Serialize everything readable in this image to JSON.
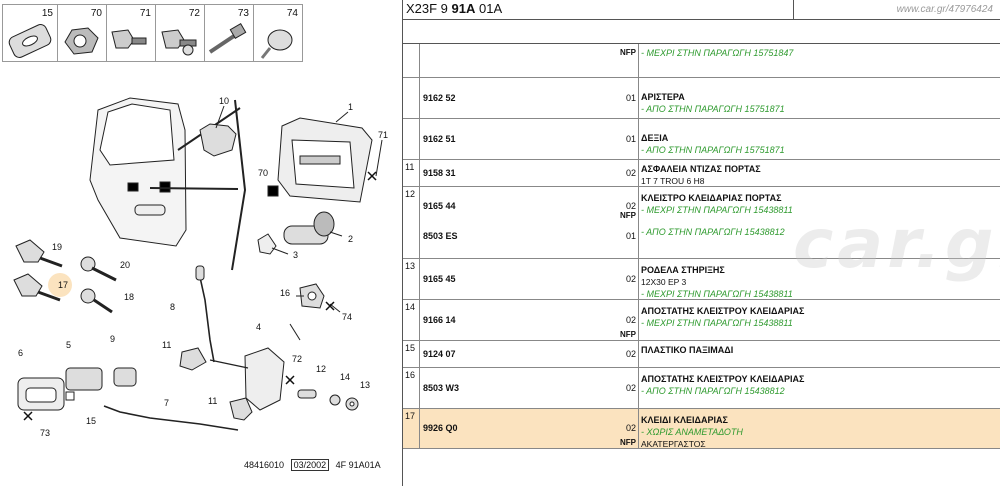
{
  "diagram": {
    "header_numbers": [
      "15",
      "70",
      "71",
      "72",
      "73",
      "74"
    ],
    "callouts": [
      "1",
      "2",
      "3",
      "4",
      "5",
      "6",
      "7",
      "8",
      "10",
      "11",
      "11",
      "12",
      "13",
      "14",
      "15",
      "16",
      "17",
      "18",
      "19",
      "20",
      "70",
      "71",
      "72",
      "73",
      "74",
      "9"
    ],
    "footer": {
      "ref": "48416010",
      "date": "03/2002",
      "code": "4F 91A01A"
    }
  },
  "title": {
    "prefix": "X23F 9 ",
    "bold": "91A",
    "suffix": " 01A"
  },
  "watermark": "www.car.gr/47976424",
  "watermark_big": "car.gr",
  "rows": [
    {
      "idx": "",
      "ref_lines": [
        {
          "ref": "",
          "nfp": "NFP",
          "qty": ""
        }
      ],
      "desc": [
        {
          "text": "- ΜΕΧΡΙ ΣΤΗΝ ΠΑΡΑΓΩΓΗ 15751847",
          "style": "g"
        }
      ]
    },
    {
      "idx": "",
      "ref_lines": [
        {
          "ref": "9162 52",
          "nfp": "",
          "qty": "01"
        }
      ],
      "desc": [
        {
          "text": "ΑΡΙΣΤΕΡΑ",
          "style": "b"
        },
        {
          "text": "- ΑΠΟ ΣΤΗΝ ΠΑΡΑΓΩΓΗ 15751871",
          "style": "g"
        }
      ]
    },
    {
      "idx": "",
      "ref_lines": [
        {
          "ref": "9162 51",
          "nfp": "",
          "qty": "01"
        }
      ],
      "desc": [
        {
          "text": "ΔΕΞΙΑ",
          "style": "b"
        },
        {
          "text": "- ΑΠΟ ΣΤΗΝ ΠΑΡΑΓΩΓΗ 15751871",
          "style": "g"
        }
      ]
    },
    {
      "idx": "11",
      "ref_lines": [
        {
          "ref": "9158 31",
          "nfp": "",
          "qty": "02"
        }
      ],
      "desc": [
        {
          "text": "ΑΣΦΑΛΕΙΑ ΝΤΙΖΑΣ ΠΟΡΤΑΣ",
          "style": "b"
        },
        {
          "text": "1T 7 TROU 6 H8",
          "style": "t"
        }
      ]
    },
    {
      "idx": "12",
      "ref_lines": [
        {
          "ref": "9165 44",
          "nfp": "NFP",
          "qty": "02"
        },
        {
          "ref": "8503 ES",
          "nfp": "",
          "qty": "01"
        }
      ],
      "desc": [
        {
          "text": "ΚΛΕΙΣΤΡΟ ΚΛΕΙΔΑΡΙΑΣ ΠΟΡΤΑΣ",
          "style": "b"
        },
        {
          "text": "- ΜΕΧΡΙ ΣΤΗΝ ΠΑΡΑΓΩΓΗ 15438811",
          "style": "g"
        },
        {
          "text": "- ΑΠΟ ΣΤΗΝ ΠΑΡΑΓΩΓΗ 15438812",
          "style": "g"
        }
      ]
    },
    {
      "idx": "13",
      "ref_lines": [
        {
          "ref": "9165 45",
          "nfp": "",
          "qty": "02"
        }
      ],
      "desc": [
        {
          "text": "ΡΟΔΕΛΑ ΣΤΗΡΙΞΗΣ",
          "style": "b"
        },
        {
          "text": "12X30 EP 3",
          "style": "t"
        },
        {
          "text": "- ΜΕΧΡΙ ΣΤΗΝ ΠΑΡΑΓΩΓΗ 15438811",
          "style": "g"
        }
      ]
    },
    {
      "idx": "14",
      "ref_lines": [
        {
          "ref": "9166 14",
          "nfp": "NFP",
          "qty": "02"
        }
      ],
      "desc": [
        {
          "text": "ΑΠΟΣΤΑΤΗΣ ΚΛΕΙΣΤΡΟΥ ΚΛΕΙΔΑΡΙΑΣ",
          "style": "b"
        },
        {
          "text": "- ΜΕΧΡΙ ΣΤΗΝ ΠΑΡΑΓΩΓΗ 15438811",
          "style": "g"
        }
      ]
    },
    {
      "idx": "15",
      "ref_lines": [
        {
          "ref": "9124 07",
          "nfp": "",
          "qty": "02"
        }
      ],
      "desc": [
        {
          "text": "ΠΛΑΣΤΙΚΟ ΠΑΞΙΜΑΔΙ",
          "style": "b"
        }
      ]
    },
    {
      "idx": "16",
      "ref_lines": [
        {
          "ref": "8503 W3",
          "nfp": "",
          "qty": "02"
        }
      ],
      "desc": [
        {
          "text": "ΑΠΟΣΤΑΤΗΣ ΚΛΕΙΣΤΡΟΥ ΚΛΕΙΔΑΡΙΑΣ",
          "style": "b"
        },
        {
          "text": "- ΑΠΟ ΣΤΗΝ ΠΑΡΑΓΩΓΗ 15438812",
          "style": "g"
        }
      ]
    },
    {
      "idx": "17",
      "ref_lines": [
        {
          "ref": "9926 Q0",
          "nfp": "NFP",
          "qty": "02"
        }
      ],
      "desc": [
        {
          "text": "ΚΛΕΙΔΙ ΚΛΕΙΔΑΡΙΑΣ",
          "style": "b"
        },
        {
          "text": "- ΧΩΡΙΣ ΑΝΑΜΕΤΑΔΟΤΗ",
          "style": "g"
        },
        {
          "text": "ΑΚΑΤΕΡΓΑΣΤΟΣ",
          "style": "t"
        }
      ]
    }
  ]
}
